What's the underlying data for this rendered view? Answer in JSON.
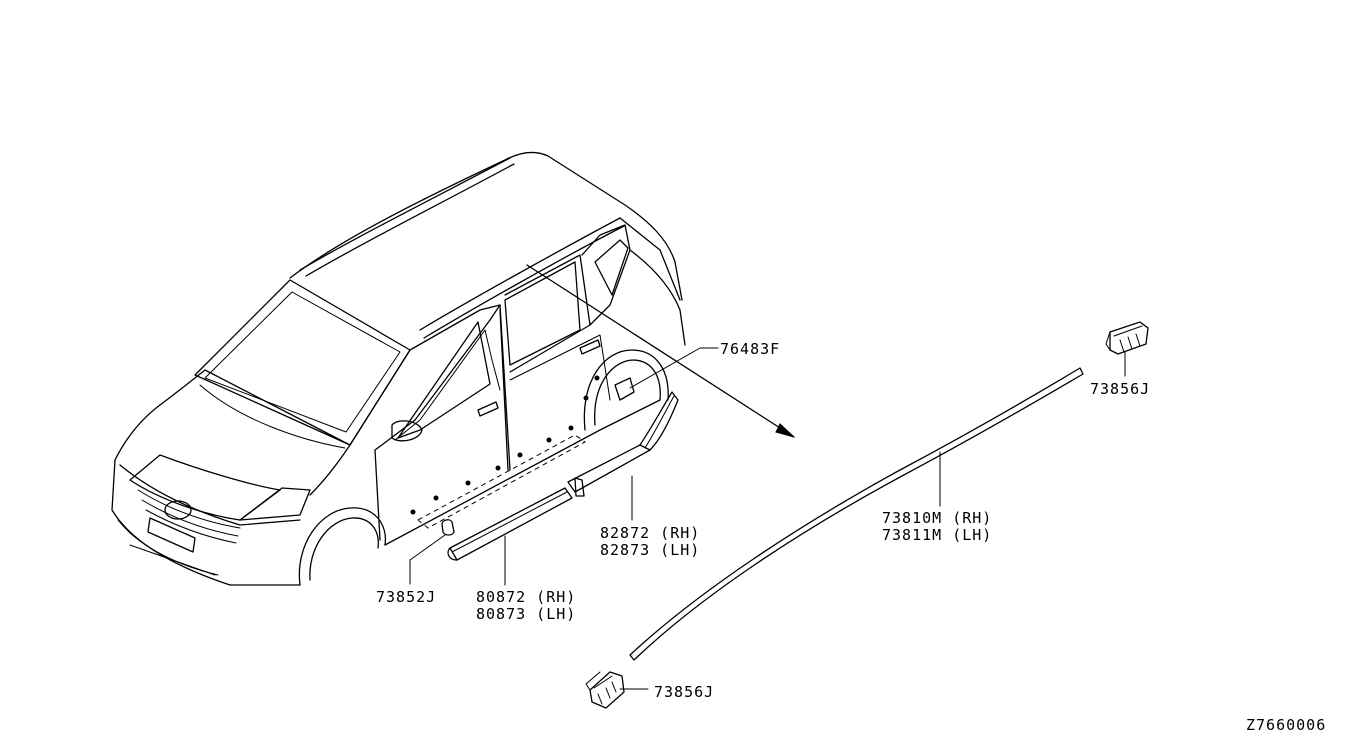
{
  "diagram": {
    "labels": {
      "trim_76483F": "76483F",
      "clip_73856J_upper": "73856J",
      "roof_molding_rh": "73810M (RH)",
      "roof_molding_lh": "73811M (LH)",
      "rear_molding_rh": "82872 (RH)",
      "rear_molding_lh": "82873 (LH)",
      "front_molding_rh": "80872 (RH)",
      "front_molding_lh": "80873 (LH)",
      "clip_73852J": "73852J",
      "clip_73856J_lower": "73856J",
      "diagram_code": "Z7660006"
    }
  }
}
